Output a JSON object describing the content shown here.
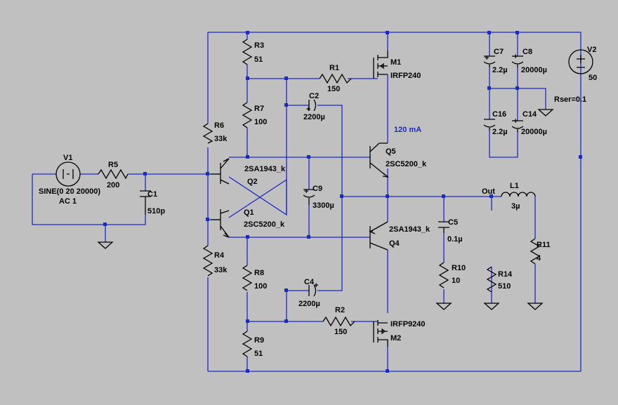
{
  "colors": {
    "background": "#c0c0c0",
    "wire": "#1c28c8",
    "component": "#000000",
    "junction": "#1c28c8"
  },
  "sources": {
    "v1": {
      "name": "V1",
      "spec": "SINE(0 20 20000)",
      "ac": "AC 1"
    },
    "v2": {
      "name": "V2",
      "value": "50"
    }
  },
  "resistors": {
    "r1": {
      "name": "R1",
      "value": "150"
    },
    "r2": {
      "name": "R2",
      "value": "150"
    },
    "r3": {
      "name": "R3",
      "value": "51"
    },
    "r4": {
      "name": "R4",
      "value": "33k"
    },
    "r5": {
      "name": "R5",
      "value": "200"
    },
    "r6": {
      "name": "R6",
      "value": "33k"
    },
    "r7": {
      "name": "R7",
      "value": "100"
    },
    "r8": {
      "name": "R8",
      "value": "100"
    },
    "r9": {
      "name": "R9",
      "value": "51"
    },
    "r10": {
      "name": "R10",
      "value": "10"
    },
    "r11": {
      "name": "R11",
      "value": "4"
    },
    "r14": {
      "name": "R14",
      "value": "510"
    }
  },
  "capacitors": {
    "c1": {
      "name": "C1",
      "value": "510p"
    },
    "c2": {
      "name": "C2",
      "value": "2200µ"
    },
    "c4": {
      "name": "C4",
      "value": "2200µ"
    },
    "c5": {
      "name": "C5",
      "value": "0.1µ"
    },
    "c7": {
      "name": "C7",
      "value": "2.2µ"
    },
    "c8": {
      "name": "C8",
      "value": "20000µ"
    },
    "c9": {
      "name": "C9",
      "value": "3300µ"
    },
    "c14": {
      "name": "C14",
      "value": "20000µ"
    },
    "c16": {
      "name": "C16",
      "value": "2.2µ"
    }
  },
  "inductors": {
    "l1": {
      "name": "L1",
      "value": "3µ"
    }
  },
  "transistors": {
    "q1": {
      "name": "Q1",
      "model": "2SC5200_k"
    },
    "q2": {
      "name": "Q2",
      "model": "2SA1943_k"
    },
    "q4": {
      "name": "Q4",
      "model": "2SA1943_k"
    },
    "q5": {
      "name": "Q5",
      "model": "2SC5200_k"
    },
    "m1": {
      "name": "M1",
      "model": "IRFP240"
    },
    "m2": {
      "name": "M2",
      "model": "IRFP9240"
    }
  },
  "annotations": {
    "current": "120 mA",
    "rser": "Rser=0.1",
    "out_net": "Out",
    "plus": "+"
  }
}
